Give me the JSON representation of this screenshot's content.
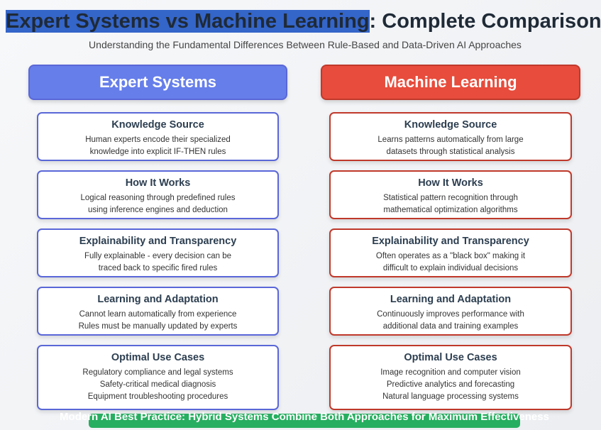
{
  "header": {
    "title_selected": "Expert Systems vs Machine Learning",
    "title_rest": ": Complete Comparison",
    "subtitle": "Understanding the Fundamental Differences Between Rule-Based and Data-Driven AI Approaches"
  },
  "expert": {
    "title": "Expert Systems",
    "cards": [
      {
        "title": "Knowledge Source",
        "lines": [
          "Human experts encode their specialized",
          "knowledge into explicit IF-THEN rules"
        ]
      },
      {
        "title": "How It Works",
        "lines": [
          "Logical reasoning through predefined rules",
          "using inference engines and deduction"
        ]
      },
      {
        "title": "Explainability and Transparency",
        "lines": [
          "Fully explainable - every decision can be",
          "traced back to specific fired rules"
        ]
      },
      {
        "title": "Learning and Adaptation",
        "lines": [
          "Cannot learn automatically from experience",
          "Rules must be manually updated by experts"
        ]
      },
      {
        "title": "Optimal Use Cases",
        "lines": [
          "Regulatory compliance and legal systems",
          "Safety-critical medical diagnosis",
          "Equipment troubleshooting procedures"
        ]
      }
    ]
  },
  "ml": {
    "title": "Machine Learning",
    "cards": [
      {
        "title": "Knowledge Source",
        "lines": [
          "Learns patterns automatically from large",
          "datasets through statistical analysis"
        ]
      },
      {
        "title": "How It Works",
        "lines": [
          "Statistical pattern recognition through",
          "mathematical optimization algorithms"
        ]
      },
      {
        "title": "Explainability and Transparency",
        "lines": [
          "Often operates as a \"black box\" making it",
          "difficult to explain individual decisions"
        ]
      },
      {
        "title": "Learning and Adaptation",
        "lines": [
          "Continuously improves performance with",
          "additional data and training examples"
        ]
      },
      {
        "title": "Optimal Use Cases",
        "lines": [
          "Image recognition and computer vision",
          "Predictive analytics and forecasting",
          "Natural language processing systems"
        ]
      }
    ]
  },
  "banner": "Modern AI Best Practice: Hybrid Systems Combine Both Approaches for Maximum Effectiveness",
  "colors": {
    "expert": "#667eea",
    "ml": "#e74c3c",
    "banner": "#27ae60"
  }
}
